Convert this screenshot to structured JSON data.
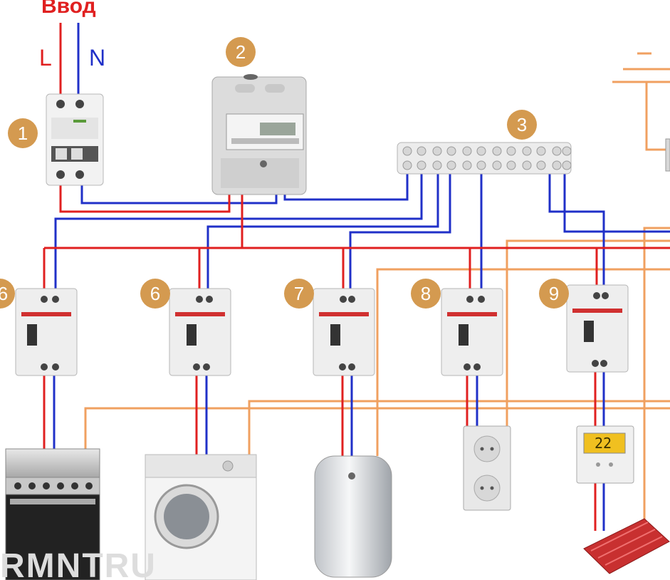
{
  "header": {
    "input_label": "Ввод",
    "phase_label": "L",
    "neutral_label": "N"
  },
  "markers": [
    "1",
    "2",
    "3",
    "6",
    "6",
    "7",
    "8",
    "9"
  ],
  "thermostat": {
    "display": "22"
  },
  "watermark": "RMNTRU",
  "colors": {
    "phase": "#e02020",
    "neutral": "#2030c8",
    "ground": "#f0a060",
    "marker": "#d49a50"
  }
}
